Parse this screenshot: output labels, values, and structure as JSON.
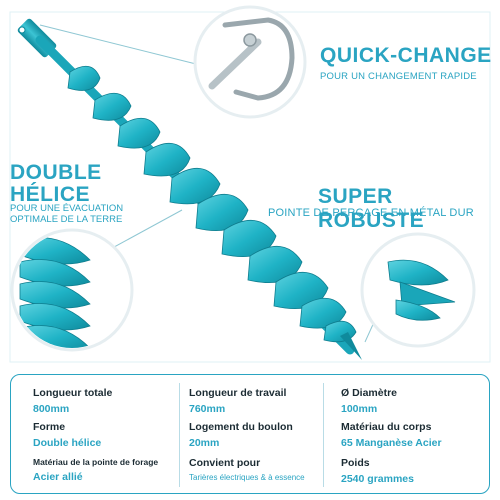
{
  "callouts": {
    "quick_change": {
      "title": "QUICK-CHANGE",
      "subtitle": "POUR UN CHANGEMENT RAPIDE"
    },
    "double_helice": {
      "title_line1": "DOUBLE",
      "title_line2": "HÉLICE",
      "subtitle_line1": "POUR UNE ÉVACUATION",
      "subtitle_line2": "OPTIMALE DE LA TERRE"
    },
    "super_robuste": {
      "title": "SUPER ROBUSTE",
      "subtitle": "POINTE DE PERÇAGE EN MÉTAL DUR"
    }
  },
  "specs": [
    {
      "label": "Longueur totale",
      "value": "800mm"
    },
    {
      "label": "Longueur de travail",
      "value": "760mm"
    },
    {
      "label": "Ø Diamètre",
      "value": "100mm"
    },
    {
      "label": "Forme",
      "value": "Double hélice"
    },
    {
      "label": "Logement du boulon",
      "value": "20mm"
    },
    {
      "label": "Matériau du corps",
      "value": "65 Manganèse Acier"
    },
    {
      "label": "Matériau de la pointe de forage",
      "value": "Acier allié"
    },
    {
      "label": "Convient pour",
      "value": "Tarières électriques & à essence"
    },
    {
      "label": "Poids",
      "value": "2540 grammes"
    }
  ],
  "colors": {
    "accent": "#2aa4c2",
    "auger": "#1fb3c6",
    "auger_dark": "#0f8a9c",
    "text_dark": "#1b2b33"
  }
}
